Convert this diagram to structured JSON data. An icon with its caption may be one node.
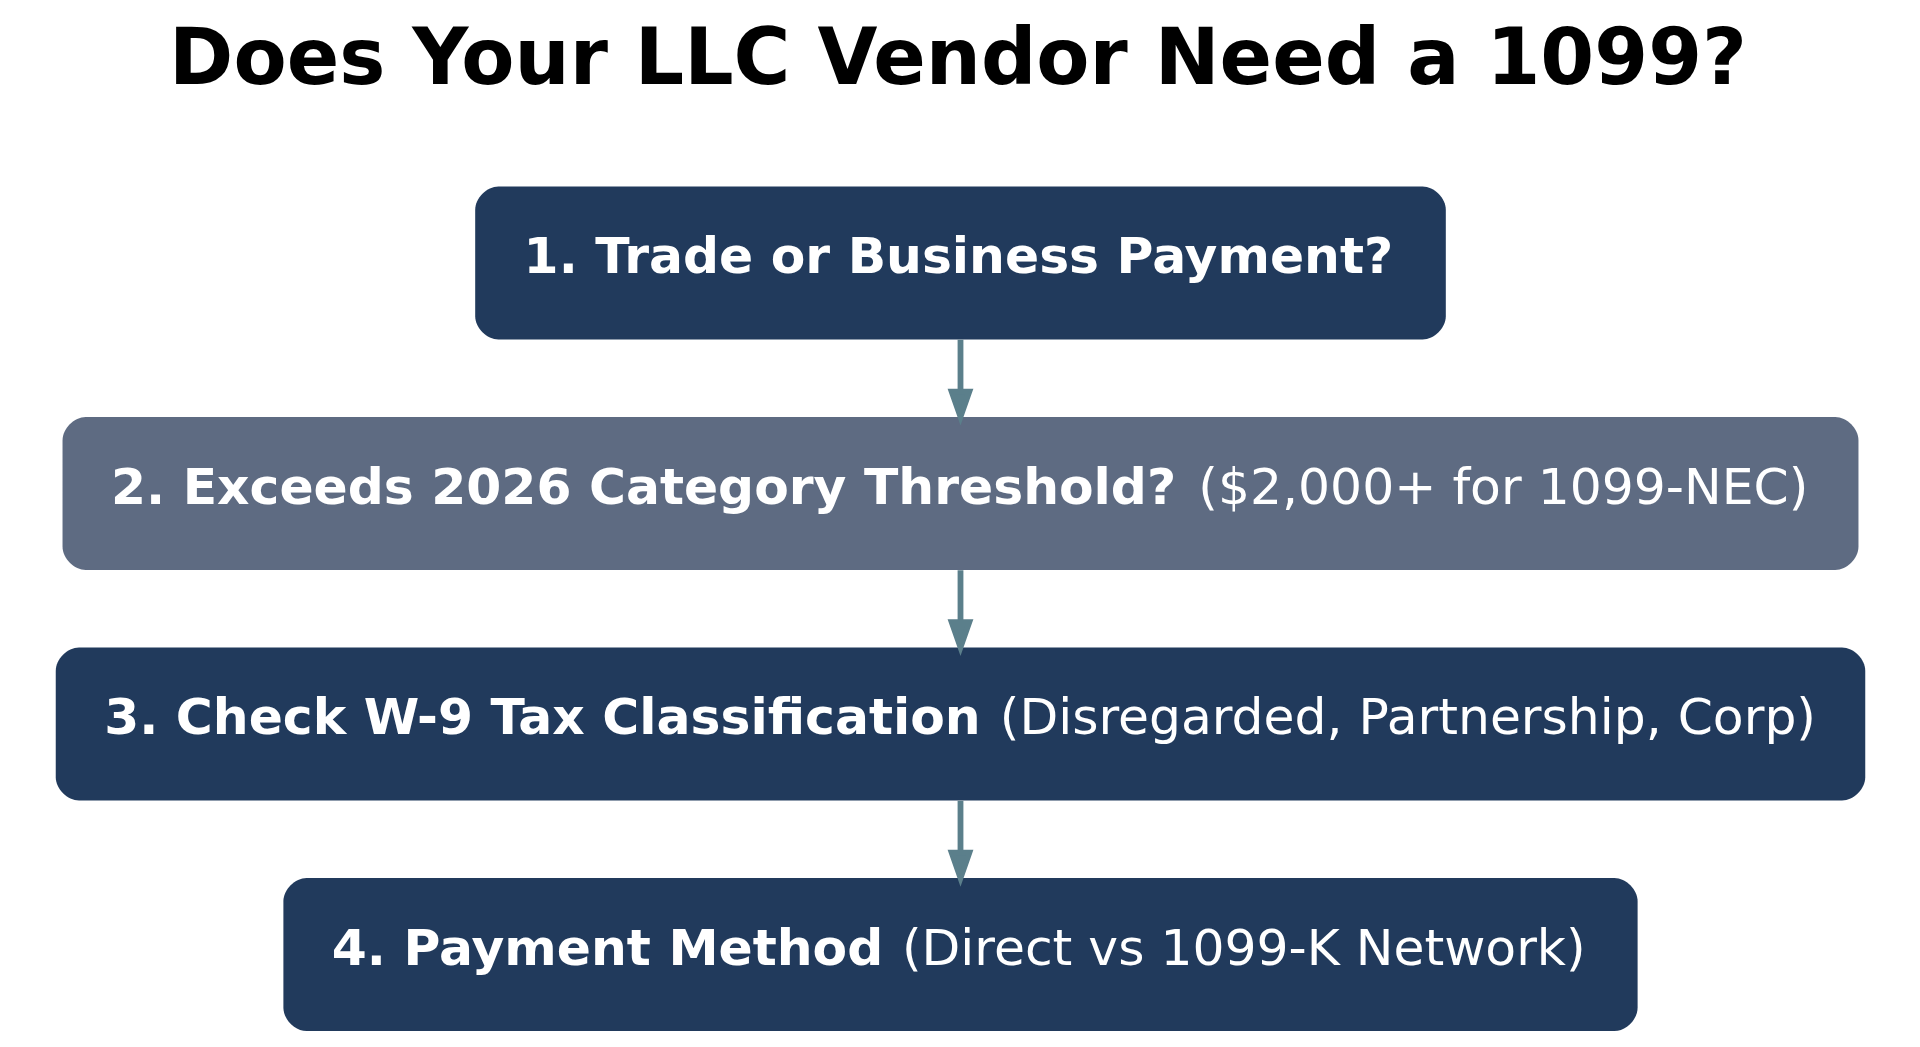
{
  "diagram": {
    "title": "Does Your LLC Vendor Need a 1099?",
    "nodes": [
      {
        "text": [
          "1. Trade or Business Payment?"
        ]
      },
      {
        "text": [
          "**2. Exceeds 2026 Category Threshold?** ($2,000+ for 1099-NEC)"
        ]
      },
      {
        "text": [
          "**3. Check W-9 Tax Classification** (Disregarded, Partnership, Corp)"
        ]
      },
      {
        "text": [
          "**4. Payment Method** (Direct vs 1099-K Network)"
        ]
      }
    ],
    "edges": [
      {
        "from": 0,
        "to": 1,
        "arrow": "to"
      },
      {
        "from": 1,
        "to": 2,
        "arrow": "to"
      },
      {
        "from": 2,
        "to": 3,
        "arrow": "to"
      }
    ]
  }
}
